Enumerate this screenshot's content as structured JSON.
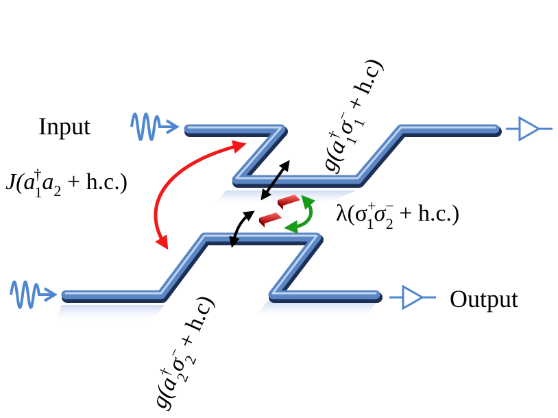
{
  "labels": {
    "input": "Input",
    "output": "Output"
  },
  "couplings": {
    "waveguide_coupling": {
      "prefix": "J(a",
      "sup1": "†",
      "sub1": "1",
      "mid": "a",
      "sub2": "2",
      "suffix": " + h.c.)"
    },
    "qubit_coupling": {
      "prefix": "λ(σ",
      "sup1": "+",
      "sub1": "1",
      "mid": "σ",
      "sup2": "−",
      "sub2": "2",
      "suffix": " + h.c.)"
    },
    "top_coupling": {
      "prefix": "g(a",
      "sup1": "†",
      "sub1": "1",
      "mid": "σ",
      "sup2": "−",
      "sub2": "1",
      "suffix": " + h.c)"
    },
    "bottom_coupling": {
      "prefix": "g(a",
      "sup1": "†",
      "sub1": "2",
      "mid": "σ",
      "sup2": "−",
      "sub2": "2",
      "suffix": " + h.c)"
    }
  },
  "colors": {
    "waveguide": "#5b86c5",
    "waveguide_dark": "#1d2f55",
    "waveguide_light": "#c9dbf3",
    "photon": "#4f86d0",
    "detector": "#4f86d0",
    "red_arrow": "#f01818",
    "green_arrow": "#1a9a1a",
    "black_arrow": "#000000",
    "qubit": "#e02020"
  },
  "icons": {
    "input_photon": "wave-packet-icon",
    "detector": "detector-triangle-icon"
  }
}
